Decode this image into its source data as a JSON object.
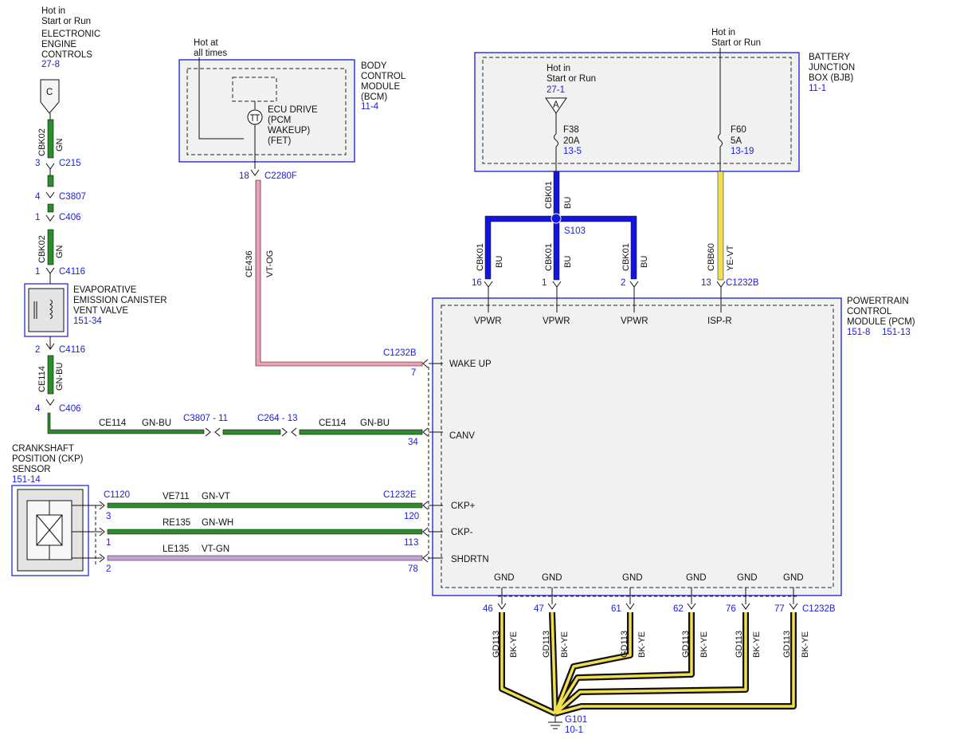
{
  "ecc": {
    "hot": [
      "Hot in",
      "Start or Run"
    ],
    "name": [
      "ELECTRONIC",
      "ENGINE",
      "CONTROLS"
    ],
    "ref": "27-8",
    "pin": "C"
  },
  "bcm": {
    "hot": [
      "Hot at",
      "all times"
    ],
    "name": [
      "BODY",
      "CONTROL",
      "MODULE",
      "(BCM)"
    ],
    "ref": "11-4",
    "drive": [
      "ECU DRIVE",
      "(PCM",
      "WAKEUP)",
      "(FET)"
    ],
    "pin": "18",
    "connector": "C2280F"
  },
  "bjb": {
    "hot_top": [
      "Hot in",
      "Start or Run"
    ],
    "name": [
      "BATTERY",
      "JUNCTION",
      "BOX (BJB)"
    ],
    "ref": "11-1",
    "hot_inner": [
      "Hot in",
      "Start or Run"
    ],
    "inner_ref": "27-1",
    "inner_pin": "A",
    "fuse1": {
      "name": "F38",
      "rating": "20A",
      "ref": "13-5"
    },
    "fuse2": {
      "name": "F60",
      "rating": "5A",
      "ref": "13-19"
    }
  },
  "pcm": {
    "name": [
      "POWERTRAIN",
      "CONTROL",
      "MODULE (PCM)"
    ],
    "ref1": "151-8",
    "ref2": "151-13",
    "top_pins": [
      "VPWR",
      "VPWR",
      "VPWR",
      "ISP-R"
    ],
    "side_pins": [
      "WAKE UP",
      "CANV",
      "CKP+",
      "CKP-",
      "SHDRTN"
    ],
    "gnd_label": "GND"
  },
  "evap": {
    "name": [
      "EVAPORATIVE",
      "EMISSION CANISTER",
      "VENT VALVE"
    ],
    "ref": "151-34"
  },
  "ckp": {
    "name": [
      "CRANKSHAFT",
      "POSITION (CKP)",
      "SENSOR"
    ],
    "ref": "151-14"
  },
  "ground": {
    "name": "G101",
    "ref": "10-1"
  },
  "wire_labels": {
    "cbk02": "CBK02",
    "gn": "GN",
    "ce114": "CE114",
    "gnbu": "GN-BU",
    "ce436": "CE436",
    "vtog": "VT-OG",
    "cbk01": "CBK01",
    "bu": "BU",
    "cbb60": "CBB60",
    "yevt": "YE-VT",
    "splice": "S103",
    "ve711": "VE711",
    "gnvt": "GN-VT",
    "re135": "RE135",
    "gnwh": "GN-WH",
    "le135": "LE135",
    "vtgn": "VT-GN",
    "gd113": "GD113",
    "bkye": "BK-YE"
  },
  "connectors": {
    "c215": {
      "pin": "3",
      "name": "C215"
    },
    "c3807a": {
      "pin": "4",
      "name": "C3807"
    },
    "c406a": {
      "pin": "1",
      "name": "C406"
    },
    "c4116a": {
      "pin": "1",
      "name": "C4116"
    },
    "c4116b": {
      "pin": "2",
      "name": "C4116"
    },
    "c406b": {
      "pin": "4",
      "name": "C406"
    },
    "c3807b": "C3807 - 11",
    "c264": "C264 - 13",
    "pcm_wake": {
      "name": "C1232B",
      "pin": "7"
    },
    "pcm_can": {
      "pin": "34"
    },
    "pcm_top": {
      "pins": [
        "16",
        "1",
        "2",
        "13"
      ],
      "name": "C1232B"
    },
    "ckp_conn": {
      "name": "C1120",
      "pins": [
        "3",
        "1",
        "2"
      ]
    },
    "pcm_ckp": {
      "name": "C1232E",
      "pins": [
        "120",
        "113",
        "78"
      ]
    },
    "pcm_gnd": {
      "pins": [
        "46",
        "47",
        "61",
        "62",
        "76",
        "77"
      ],
      "name": "C1232B"
    }
  },
  "colors": {
    "green": "#2e8b2e",
    "blue": "#1414e0",
    "pink": "#f0a0b4",
    "violet": "#c8a0d8",
    "yellow": "#f0e050",
    "ref": "#1c1cd6"
  }
}
